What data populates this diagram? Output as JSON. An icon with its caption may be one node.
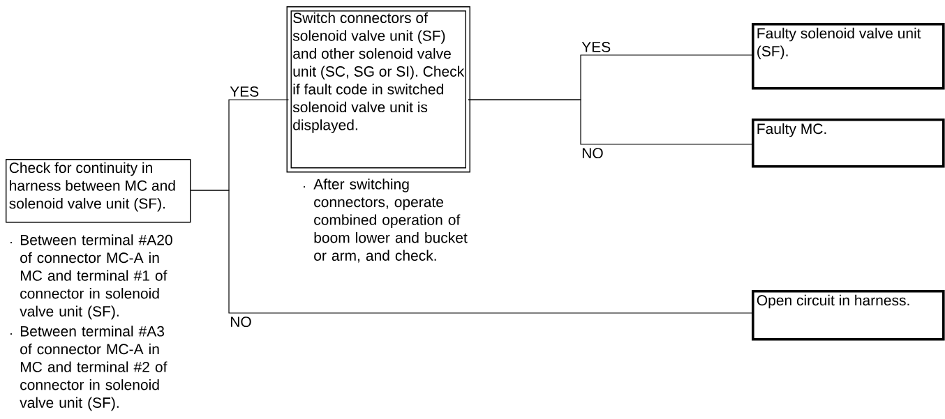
{
  "diagram": {
    "nodes": [
      {
        "text": [
          "Check for continuity in harness between MC and solenoid valve unit (SF)."
        ],
        "beside": [
          "Between terminal #A20 of connector MC-A in MC and terminal #1 of connector in solenoid valve unit (SF).",
          "Between terminal #A3 of connector MC-A in MC and terminal #2 of connector in solenoid valve unit (SF)."
        ]
      },
      {
        "text": [
          "Switch connectors of solenoid valve unit (SF) and other solenoid valve unit (SC, SG or SI). Check if fault code in switched solenoid valve unit is displayed."
        ],
        "beside": [
          "After switching connectors, operate combined operation of boom lower and bucket or arm, and check."
        ]
      },
      {
        "text": [
          "Faulty solenoid valve unit (SF)."
        ]
      },
      {
        "text": [
          "Faulty MC."
        ]
      },
      {
        "text": [
          "Open circuit in harness."
        ]
      }
    ],
    "edges": [
      {
        "from": 0,
        "to": 1,
        "arrow": "none",
        "label": "YES"
      },
      {
        "from": 0,
        "to": 4,
        "arrow": "none",
        "label": "NO"
      },
      {
        "from": 1,
        "to": 2,
        "arrow": "none",
        "label": "YES"
      },
      {
        "from": 1,
        "to": 3,
        "arrow": "none",
        "label": "NO"
      }
    ]
  }
}
